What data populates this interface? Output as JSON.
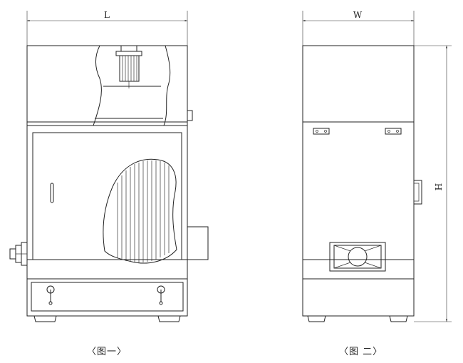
{
  "dimensions": {
    "length": "L",
    "width": "W",
    "height": "H"
  },
  "captions": {
    "figure1": "〈图一〉",
    "figure2": "〈图 二〉"
  }
}
